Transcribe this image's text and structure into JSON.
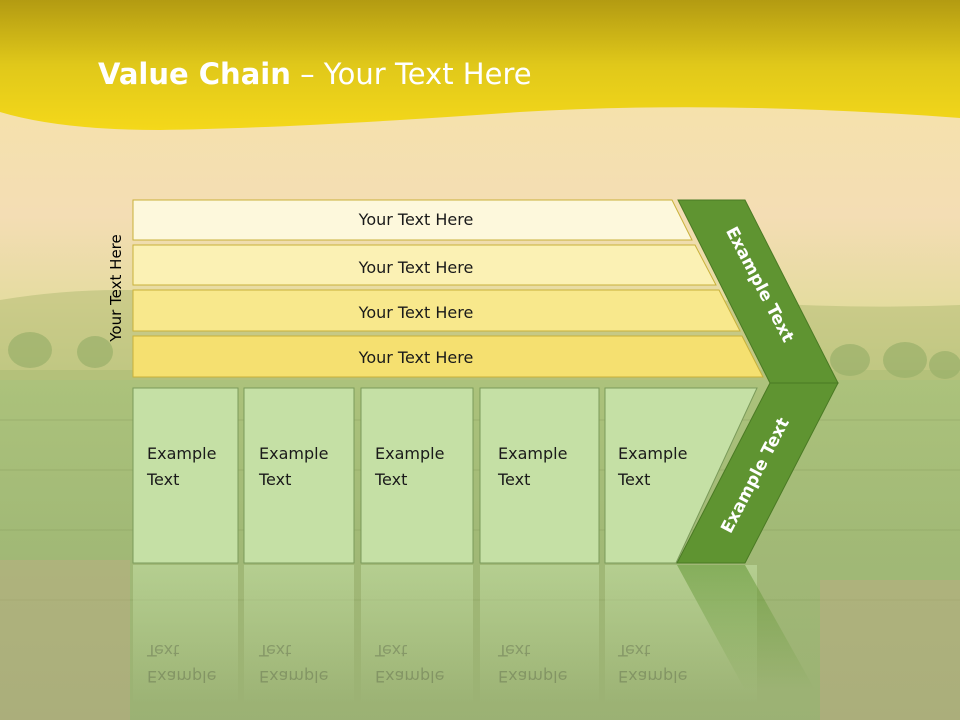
{
  "slide": {
    "title_bold": "Value Chain",
    "title_rest": " – Your Text Here",
    "side_label": "Your Text Here",
    "rows": [
      "Your Text Here",
      "Your Text Here",
      "Your Text Here",
      "Your Text Here"
    ],
    "boxes": [
      {
        "line1": "Example",
        "line2": "Text"
      },
      {
        "line1": "Example",
        "line2": "Text"
      },
      {
        "line1": "Example",
        "line2": "Text"
      },
      {
        "line1": "Example",
        "line2": "Text"
      },
      {
        "line1": "Example",
        "line2": "Text"
      }
    ],
    "arrow_upper_label": "Example Text",
    "arrow_lower_label": "Example Text"
  },
  "colors": {
    "header_yellow": "#f2d21a",
    "title_text": "#ffffff",
    "row_fills": [
      "#fdf8dc",
      "#fbf1b4",
      "#f8e88c",
      "#f5e070"
    ],
    "row_border": "#c9b13a",
    "box_fill": "#c5e0a5",
    "box_border": "#7a9a5a",
    "arrow_green": "#5f9431",
    "arrow_text": "#ffffff"
  }
}
